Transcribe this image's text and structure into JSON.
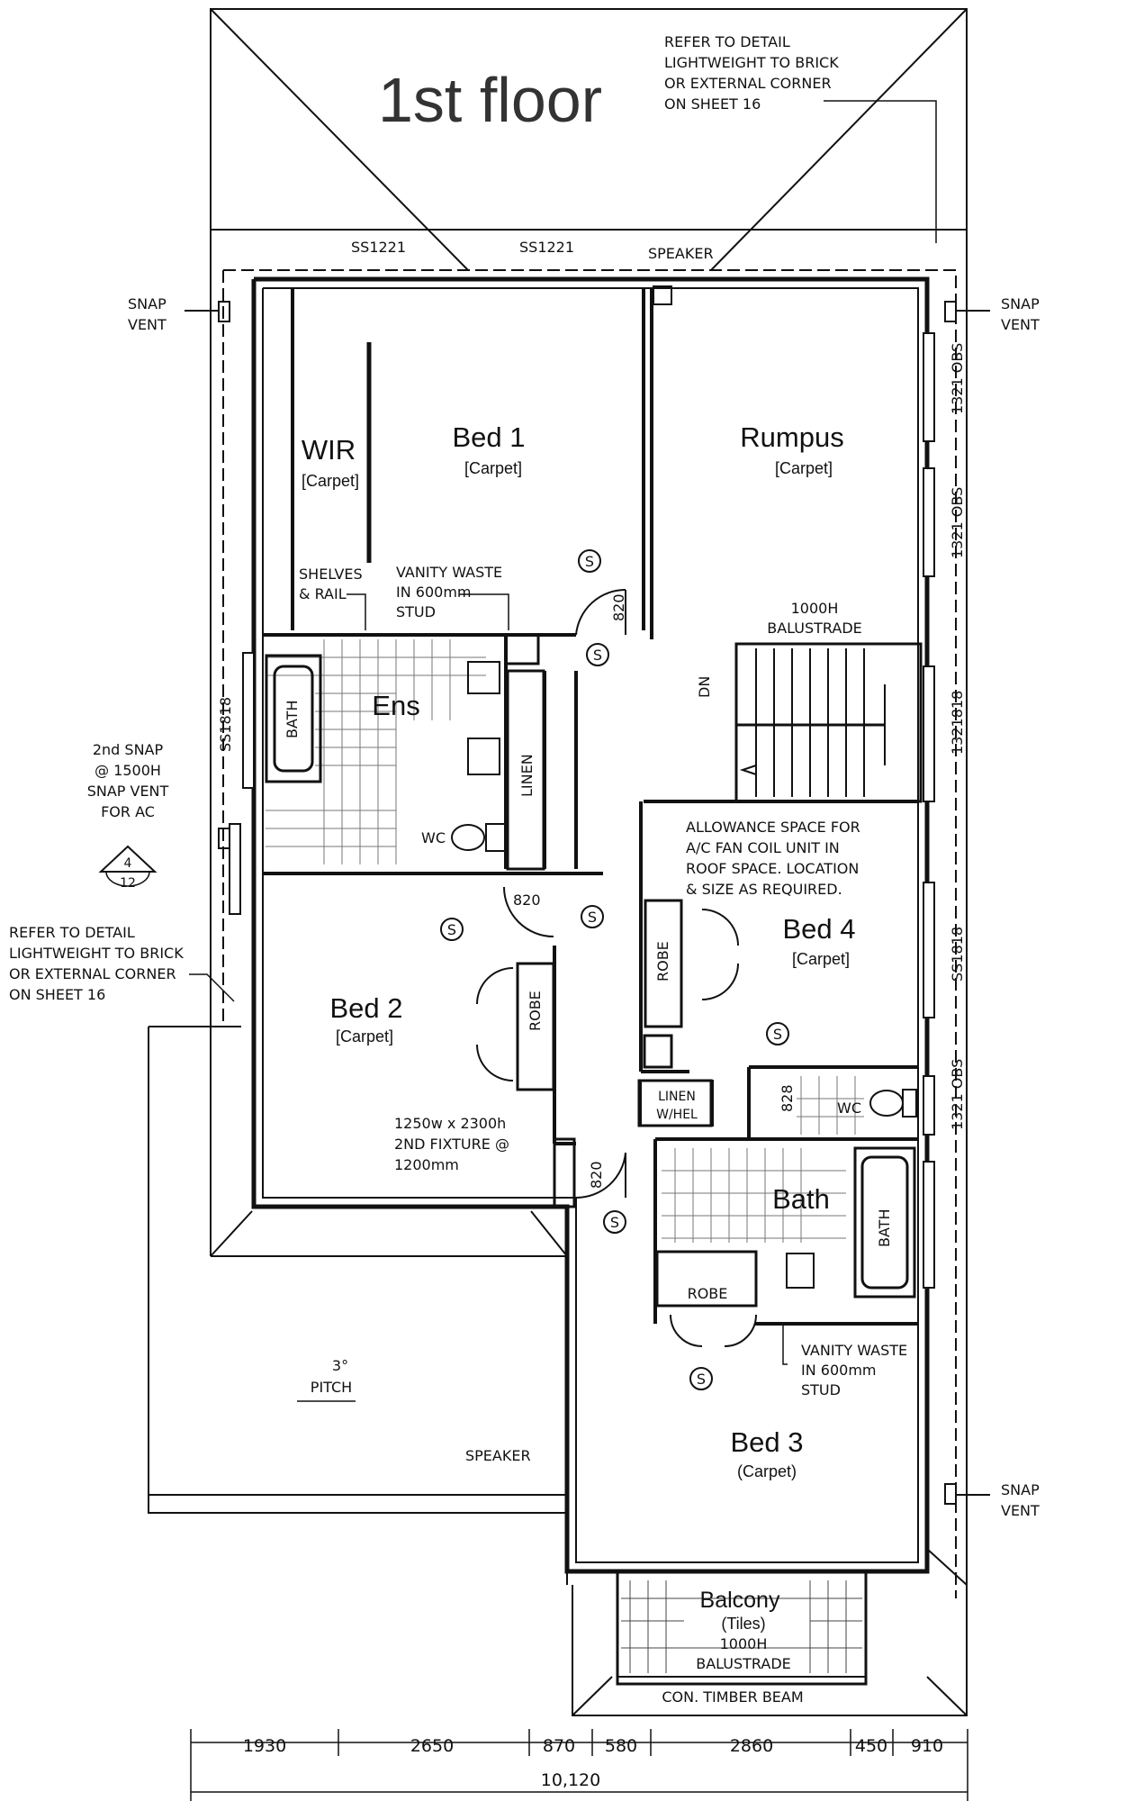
{
  "title": "1st floor",
  "rooms": {
    "bed1": "Bed 1",
    "bed1_floor": "[Carpet]",
    "wir": "WIR",
    "wir_floor": "[Carpet]",
    "rumpus": "Rumpus",
    "rumpus_floor": "[Carpet]",
    "ens": "Ens",
    "bed2": "Bed 2",
    "bed2_floor": "[Carpet]",
    "bed4": "Bed 4",
    "bed4_floor": "[Carpet]",
    "bath": "Bath",
    "bed3": "Bed 3",
    "bed3_floor": "(Carpet)",
    "balcony": "Balcony",
    "balcony_floor": "(Tiles)"
  },
  "fixtures": {
    "bath": "BATH",
    "wc": "WC",
    "linen": "LINEN",
    "robe": "ROBE",
    "linen_whel_1": "LINEN",
    "linen_whel_2": "W/HEL"
  },
  "notes": {
    "refer_top": [
      "REFER TO DETAIL",
      "LIGHTWEIGHT TO BRICK",
      "OR EXTERNAL CORNER",
      "ON SHEET 16"
    ],
    "refer_left": [
      "REFER TO DETAIL",
      "LIGHTWEIGHT TO BRICK",
      "OR EXTERNAL CORNER",
      "ON SHEET 16"
    ],
    "snap_vent_1": "SNAP",
    "snap_vent_2": "VENT",
    "snap_ac": [
      "2nd SNAP",
      "@ 1500H",
      "SNAP VENT",
      "FOR AC"
    ],
    "shelves": [
      "SHELVES",
      "& RAIL"
    ],
    "vanity1": [
      "VANITY WASTE",
      "IN 600mm",
      "STUD"
    ],
    "vanity2": [
      "VANITY WASTE",
      "IN 600mm",
      "STUD"
    ],
    "balustrade1": [
      "1000H",
      "BALUSTRADE"
    ],
    "balustrade2": [
      "1000H",
      "BALUSTRADE"
    ],
    "allowance": [
      "ALLOWANCE SPACE FOR",
      "A/C FAN COIL UNIT IN",
      "ROOF SPACE. LOCATION",
      "& SIZE AS REQUIRED."
    ],
    "fixture2": [
      "1250w x 2300h",
      "2ND FIXTURE @",
      "1200mm"
    ],
    "speaker": "SPEAKER",
    "pitch": [
      "3°",
      "PITCH"
    ],
    "timber_beam": "CON. TIMBER BEAM",
    "dn": "DN",
    "smoke": "S",
    "detail_num": "4",
    "detail_sheet": "12"
  },
  "windows": {
    "ss1221": "SS1221",
    "ss1818": "SS1818",
    "w1321obs": "1321 OBS",
    "w1321818": "1321818"
  },
  "doors": {
    "d820": "820",
    "d828": "828"
  },
  "dimensions": {
    "segments": [
      "1930",
      "2650",
      "870",
      "580",
      "2860",
      "450",
      "910"
    ],
    "total": "10,120"
  }
}
